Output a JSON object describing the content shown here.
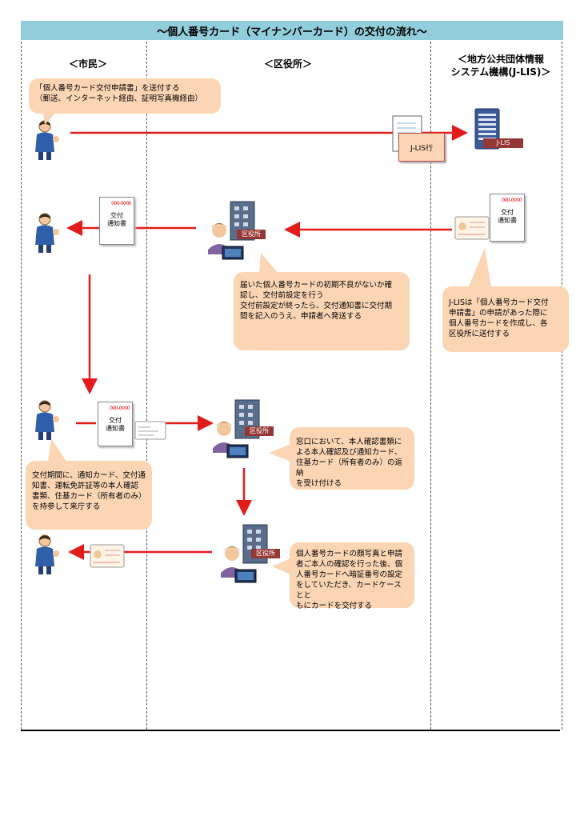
{
  "title": "～個人番号カード（マイナンバーカード）の交付の流れ～",
  "columns": {
    "citizen": "＜市民＞",
    "ward_office": "＜区役所＞",
    "jlis_line1": "＜地方公共団体情報",
    "jlis_line2": "システム機構(J-LIS)＞"
  },
  "labels": {
    "jlis_server": "J-LIS",
    "jlis_addressee": "J-LIS行",
    "ward_office": "区役所",
    "notice_line1": "交付",
    "notice_line2": "通知書",
    "notice_code": "000-0000"
  },
  "callouts": {
    "step1": [
      "「個人番号カード交付申請書」を送付する",
      "（郵送、インターネット経由、証明写真機経由）"
    ],
    "jlis_issue": [
      "J-LISは「個人番号カード交付",
      "申請書」の申請があった際に",
      "個人番号カードを作成し、各",
      "区役所に送付する"
    ],
    "ward_check": [
      "届いた個人番号カードの初期不良がないか確",
      "認し、交付前設定を行う",
      "交付前設定が終ったら、交付通知書に交付期",
      "間を記入のうえ、申請者へ発送する"
    ],
    "citizen_visit": [
      "交付期間に、通知カード、交付通",
      "知書、運転免許証等の本人確認",
      "書類、住基カード（所有者のみ）",
      "を持参して来庁する"
    ],
    "ward_counter": [
      "窓口において、本人確認書類に",
      "よる本人確認及び通知カード、",
      "住基カード（所有者のみ）の返納",
      "を受け付ける"
    ],
    "ward_hand_over": [
      "個人番号カードの顔写真と申請",
      "者ご本人の確認を行った後、個",
      "人番号カードへ暗証番号の設定",
      "をしていただき、カードケースとと",
      "もにカードを交付する"
    ]
  },
  "colors": {
    "arrow": "#e31b1b",
    "callout": "#fcd5b4",
    "title_bar": "#92cddc",
    "tag": "#953735"
  }
}
